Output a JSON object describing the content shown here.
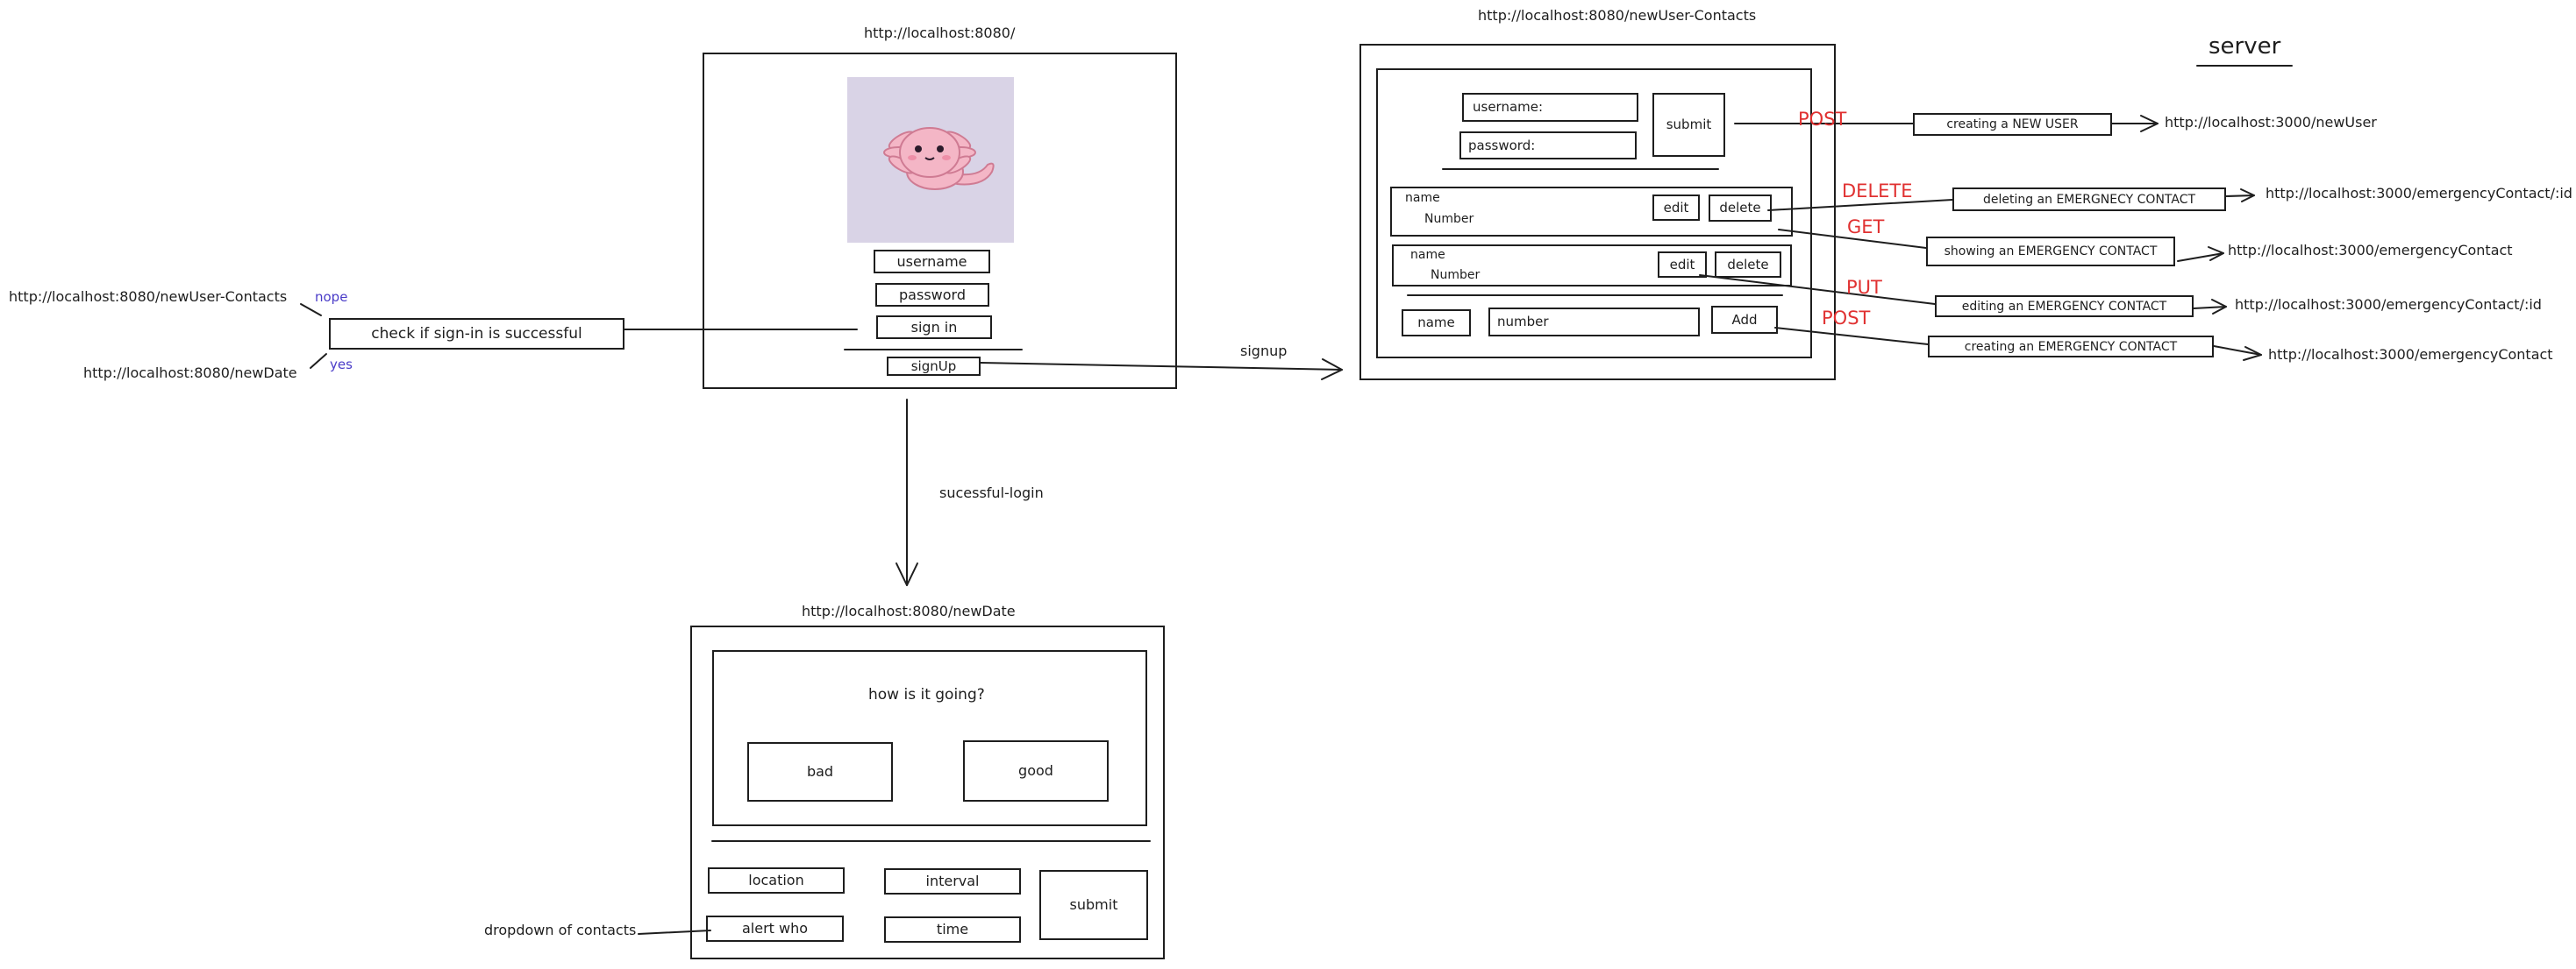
{
  "login_page": {
    "url": "http://localhost:8080/",
    "username": "username",
    "password": "password",
    "sign_in": "sign in",
    "sign_up": "signUp"
  },
  "signin_check": {
    "label": "check if sign-in is successful",
    "fail_url": "http://localhost:8080/newUser-Contacts",
    "fail_hint": "nope",
    "success_url": "http://localhost:8080/newDate",
    "success_hint": "yes"
  },
  "edges": {
    "signup": "signup",
    "login": "sucessful-login"
  },
  "contacts_page": {
    "url": "http://localhost:8080/newUser-Contacts",
    "username": "username:",
    "password": "password:",
    "submit": "submit",
    "rows": [
      {
        "name": "name",
        "number": "Number",
        "edit": "edit",
        "delete": "delete"
      },
      {
        "name": "name",
        "number": "Number",
        "edit": "edit",
        "delete": "delete"
      }
    ],
    "new_name": "name",
    "new_number": "number",
    "add": "Add"
  },
  "date_page": {
    "url": "http://localhost:8080/newDate",
    "question": "how is it going?",
    "bad": "bad",
    "good": "good",
    "location": "location",
    "interval": "interval",
    "alert_who": "alert who",
    "time": "time",
    "submit": "submit",
    "dropdown_note": "dropdown of contacts"
  },
  "server": {
    "title": "server",
    "calls": [
      {
        "verb": "POST",
        "action": "creating a NEW USER",
        "endpoint": "http://localhost:3000/newUser"
      },
      {
        "verb": "DELETE",
        "action": "deleting an EMERGNECY CONTACT",
        "endpoint": "http://localhost:3000/emergencyContact/:id"
      },
      {
        "verb": "GET",
        "action": "showing an EMERGENCY CONTACT",
        "endpoint": "http://localhost:3000/emergencyContact"
      },
      {
        "verb": "PUT",
        "action": "editing an EMERGENCY CONTACT",
        "endpoint": "http://localhost:3000/emergencyContact/:id"
      },
      {
        "verb": "POST",
        "action": "creating an EMERGENCY CONTACT",
        "endpoint": "http://localhost:3000/emergencyContact"
      }
    ]
  },
  "colors": {
    "stroke": "#1e1e1e",
    "image_bg": "#d9d3e6",
    "axolotl": "#f4b6c6",
    "hint": "#4a3cc8",
    "http_verb": "#e03131"
  },
  "icons": [
    "axolotl-icon"
  ]
}
